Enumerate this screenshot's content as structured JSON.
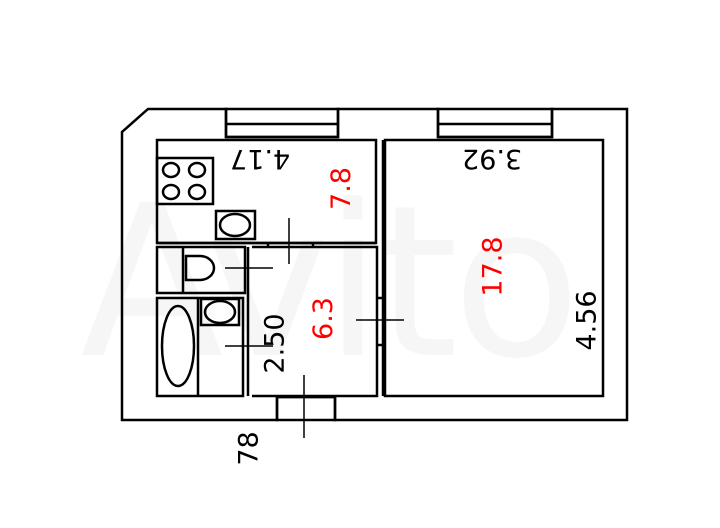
{
  "floor_plan": {
    "watermark": "Avito",
    "line_color": "#000000",
    "area_color": "#ff0000",
    "rooms": [
      {
        "name": "kitchen",
        "area": "7.8",
        "width_label": "4.17"
      },
      {
        "name": "living-room",
        "area": "17.8",
        "width_label": "3.92",
        "length_label": "4.56"
      },
      {
        "name": "hallway",
        "area": "6.3",
        "length_label": "2.50"
      },
      {
        "name": "toilet"
      },
      {
        "name": "bathroom"
      }
    ],
    "dimensions": {
      "kitchen_width": "4.17",
      "living_width": "3.92",
      "living_length": "4.56",
      "hallway_length": "2.50",
      "entry_width": "78"
    }
  }
}
